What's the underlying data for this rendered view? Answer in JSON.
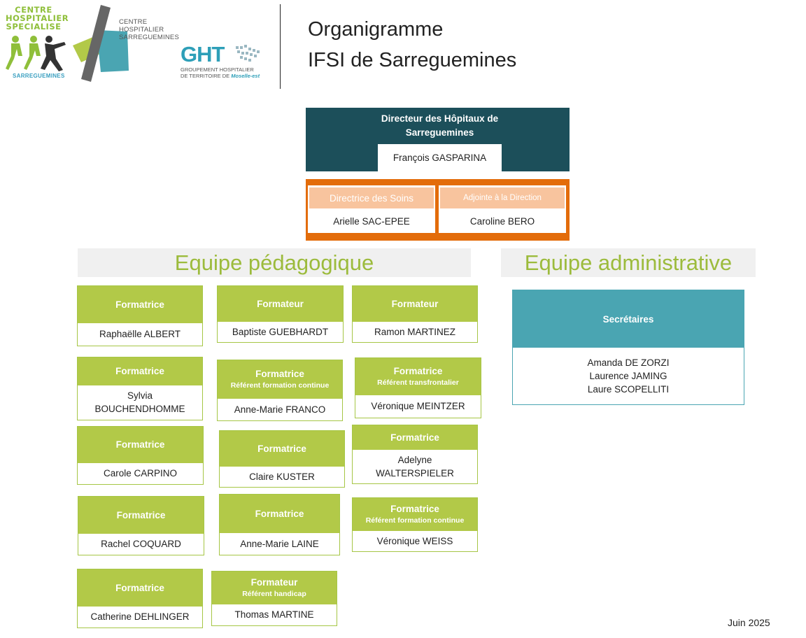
{
  "logos": {
    "csh_lines": [
      "CENTRE",
      "HOSPITALIER",
      "SPECIALISE"
    ],
    "csh_bottom": "SARREGUEMINES",
    "chs_lines": [
      "CENTRE",
      "HOSPITALIER",
      "SARREGUEMINES"
    ],
    "ght_word": "GHT",
    "ght_line1": "GROUPEMENT HOSPITALIER",
    "ght_line2": "DE TERRITOIRE DE",
    "ght_script": "Moselle-est"
  },
  "header": {
    "title_line1": "Organigramme",
    "title_line2": "IFSI de Sarreguemines"
  },
  "director": {
    "title": "Directeur des Hôpitaux de Sarreguemines",
    "name": "François GASPARINA"
  },
  "direction": [
    {
      "title": "Directrice des Soins",
      "name": "Arielle SAC-EPEE"
    },
    {
      "title": "Adjointe à la Direction",
      "name": "Caroline BERO"
    }
  ],
  "sections": {
    "pedagogique": "Equipe pédagogique",
    "administrative": "Equipe administrative"
  },
  "cards": [
    {
      "role": "Formatrice",
      "ref": "",
      "name": "Raphaëlle ALBERT"
    },
    {
      "role": "Formateur",
      "ref": "",
      "name": "Baptiste GUEBHARDT"
    },
    {
      "role": "Formateur",
      "ref": "",
      "name": "Ramon MARTINEZ"
    },
    {
      "role": "Formatrice",
      "ref": "",
      "name": "Sylvia BOUCHENDHOMME"
    },
    {
      "role": "Formatrice",
      "ref": "Référent formation continue",
      "name": "Anne-Marie FRANCO"
    },
    {
      "role": "Formatrice",
      "ref": "Référent transfrontalier",
      "name": "Véronique MEINTZER"
    },
    {
      "role": "Formatrice",
      "ref": "",
      "name": "Carole CARPINO"
    },
    {
      "role": "Formatrice",
      "ref": "",
      "name": "Claire KUSTER"
    },
    {
      "role": "Formatrice",
      "ref": "",
      "name": "Adelyne WALTERSPIELER"
    },
    {
      "role": "Formatrice",
      "ref": "",
      "name": "Rachel COQUARD"
    },
    {
      "role": "Formatrice",
      "ref": "",
      "name": "Anne-Marie LAINE"
    },
    {
      "role": "Formatrice",
      "ref": "Référent formation continue",
      "name": "Véronique WEISS"
    },
    {
      "role": "Formatrice",
      "ref": "",
      "name": "Catherine DEHLINGER"
    },
    {
      "role": "Formateur",
      "ref": "Référent handicap",
      "name": "Thomas MARTINE"
    }
  ],
  "admin": {
    "title": "Secrétaires",
    "names": [
      "Amanda DE ZORZI",
      "Laurence JAMING",
      "Laure SCOPELLITI"
    ]
  },
  "colors": {
    "director": "#1c4f5a",
    "direction_frame": "#e36c0a",
    "direction_head": "#f8c49e",
    "card_head": "#b2c948",
    "section_text": "#9cbb3c",
    "admin_head": "#4aa5b2"
  },
  "footer": {
    "date": "Juin 2025"
  }
}
